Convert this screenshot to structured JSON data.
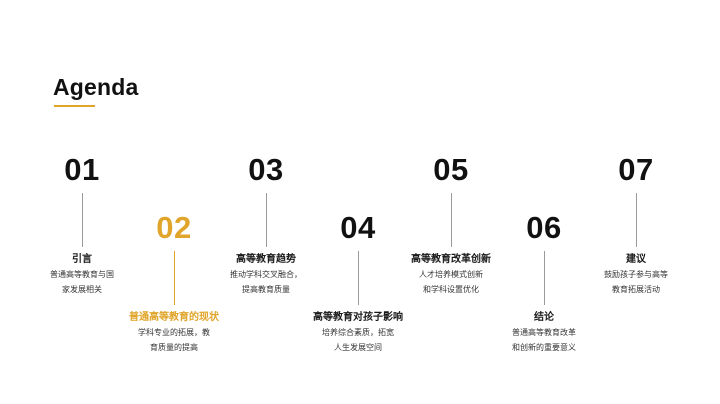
{
  "slide": {
    "title": "Agenda",
    "accent_color": "#E0A52A",
    "text_color": "#111111"
  },
  "agenda": {
    "items": [
      {
        "number": "01",
        "title": "引言",
        "desc_line1": "普通高等教育与国",
        "desc_line2": "家发展相关",
        "active": false
      },
      {
        "number": "02",
        "title": "普通高等教育的现状",
        "desc_line1": "学科专业的拓展，教",
        "desc_line2": "育质量的提高",
        "active": true
      },
      {
        "number": "03",
        "title": "高等教育趋势",
        "desc_line1": "推动学科交叉融合，",
        "desc_line2": "提高教育质量",
        "active": false
      },
      {
        "number": "04",
        "title": "高等教育对孩子影响",
        "desc_line1": "培养综合素质，拓宽",
        "desc_line2": "人生发展空间",
        "active": false
      },
      {
        "number": "05",
        "title": "高等教育改革创新",
        "desc_line1": "人才培养模式创新",
        "desc_line2": "和学科设置优化",
        "active": false
      },
      {
        "number": "06",
        "title": "结论",
        "desc_line1": "普通高等教育改革",
        "desc_line2": "和创新的重要意义",
        "active": false
      },
      {
        "number": "07",
        "title": "建议",
        "desc_line1": "鼓励孩子参与高等",
        "desc_line2": "教育拓展活动",
        "active": false
      }
    ]
  }
}
